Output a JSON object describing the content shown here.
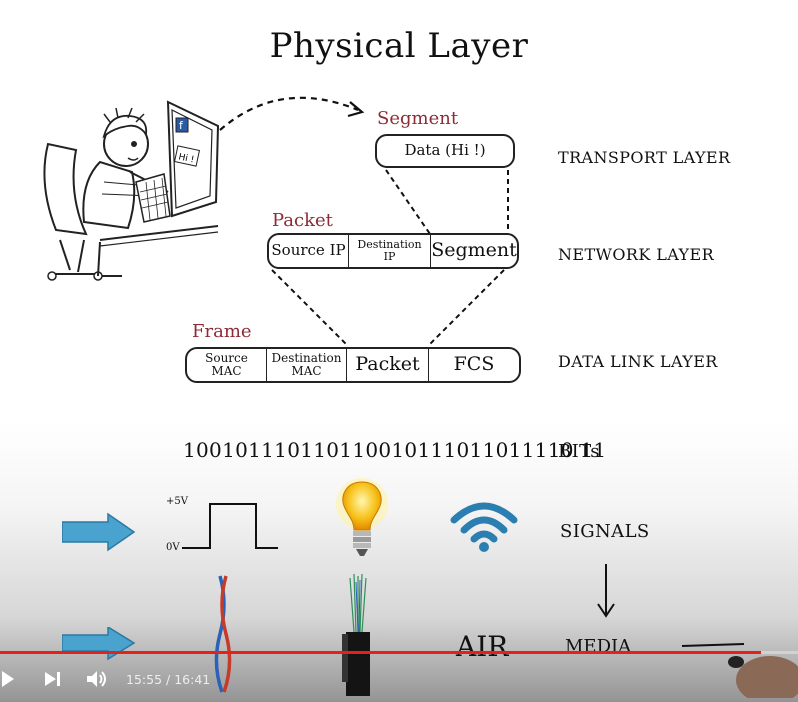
{
  "slide": {
    "title": "Physical Layer",
    "layers": {
      "transport": "TRANSPORT LAYER",
      "network": "NETWORK LAYER",
      "datalink": "DATA LINK LAYER",
      "bits": "BITs",
      "signals": "SIGNALS",
      "media": "MEDIA"
    },
    "segment": {
      "label": "Segment",
      "data": "Data (Hi !)"
    },
    "packet": {
      "label": "Packet",
      "source_ip": "Source IP",
      "destination_ip_line1": "Destination",
      "destination_ip_line2": "IP",
      "segment": "Segment"
    },
    "frame": {
      "label": "Frame",
      "source_mac_line1": "Source",
      "source_mac_line2": "MAC",
      "dest_mac_line1": "Destination",
      "dest_mac_line2": "MAC",
      "packet": "Packet",
      "fcs": "FCS"
    },
    "bitstring": "100101110110110010111011011110 11",
    "signal": {
      "high": "+5V",
      "low": "0V"
    },
    "air": "AIR",
    "screen_text": "Hi !",
    "fb_letter": "f"
  },
  "player": {
    "current_time": "15:55",
    "separator": " / ",
    "duration": "16:41",
    "progress": 0.954,
    "colors": {
      "progress": "#e62117",
      "wifi": "#2a7fb0",
      "arrow": "#4aa3cf",
      "label_accent": "#8c2b36"
    }
  },
  "icons": {
    "play": "play-icon",
    "next": "next-icon",
    "volume": "volume-icon"
  }
}
